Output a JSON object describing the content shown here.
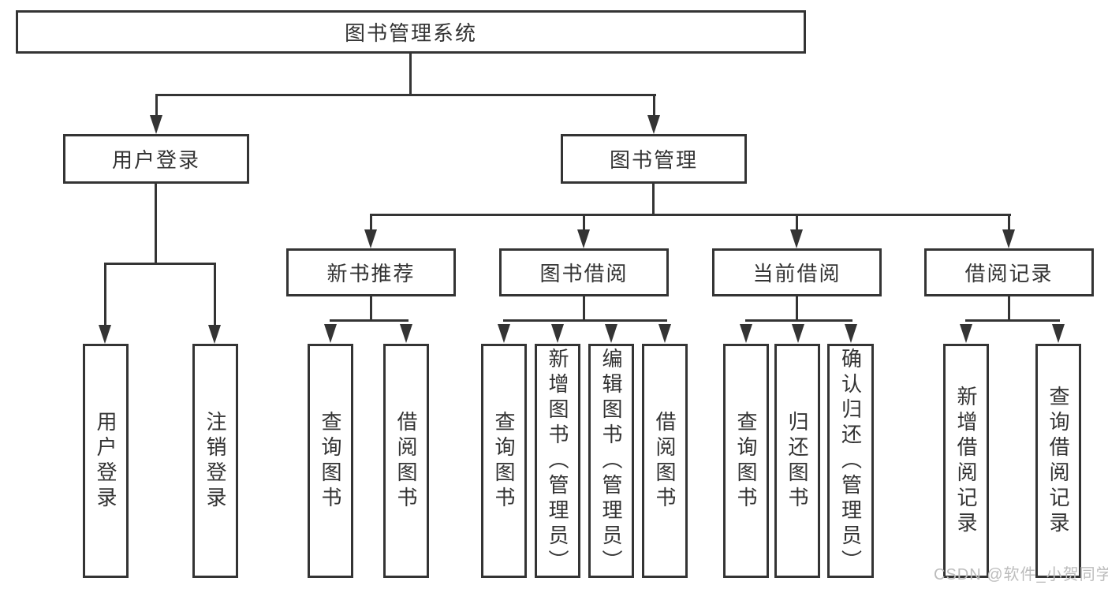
{
  "tree": {
    "root": {
      "label": "图书管理系统"
    },
    "branches": [
      {
        "label": "用户登录",
        "leaves": [
          {
            "label": "用户登录"
          },
          {
            "label": "注销登录"
          }
        ]
      },
      {
        "label": "图书管理",
        "children": [
          {
            "label": "新书推荐",
            "leaves": [
              {
                "label": "查询图书"
              },
              {
                "label": "借阅图书"
              }
            ]
          },
          {
            "label": "图书借阅",
            "leaves": [
              {
                "label": "查询图书"
              },
              {
                "label": "新增图书（管理员）"
              },
              {
                "label": "编辑图书（管理员）"
              },
              {
                "label": "借阅图书"
              }
            ]
          },
          {
            "label": "当前借阅",
            "leaves": [
              {
                "label": "查询图书"
              },
              {
                "label": "归还图书"
              },
              {
                "label": "确认归还（管理员）"
              }
            ]
          },
          {
            "label": "借阅记录",
            "leaves": [
              {
                "label": "新增借阅记录"
              },
              {
                "label": "查询借阅记录"
              }
            ]
          }
        ]
      }
    ]
  },
  "watermark": {
    "text": "CSDN @软件_小贺同学"
  },
  "colors": {
    "line": "#343434",
    "text": "#333333",
    "watermark": "#bcbcbc",
    "background": "#ffffff"
  }
}
